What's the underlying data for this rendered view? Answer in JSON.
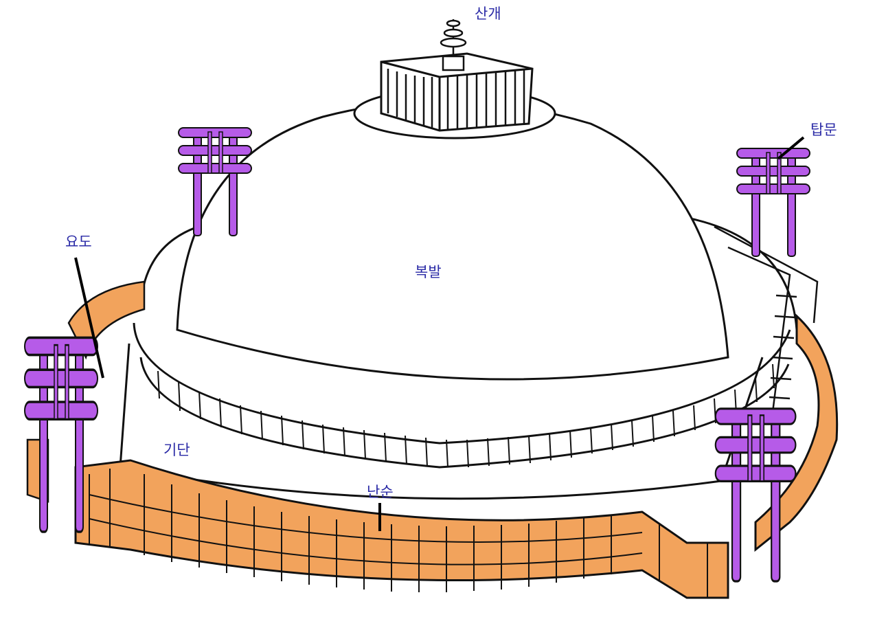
{
  "labels": {
    "sangae": "산개",
    "tapmun": "탑문",
    "yodo": "요도",
    "bokbal": "복발",
    "gidan": "기단",
    "nansun": "난순"
  },
  "colors": {
    "gateway": "#b65be8",
    "railing": "#f2a35c",
    "line": "#111111",
    "label": "#2a2aa6",
    "background": "#ffffff"
  }
}
